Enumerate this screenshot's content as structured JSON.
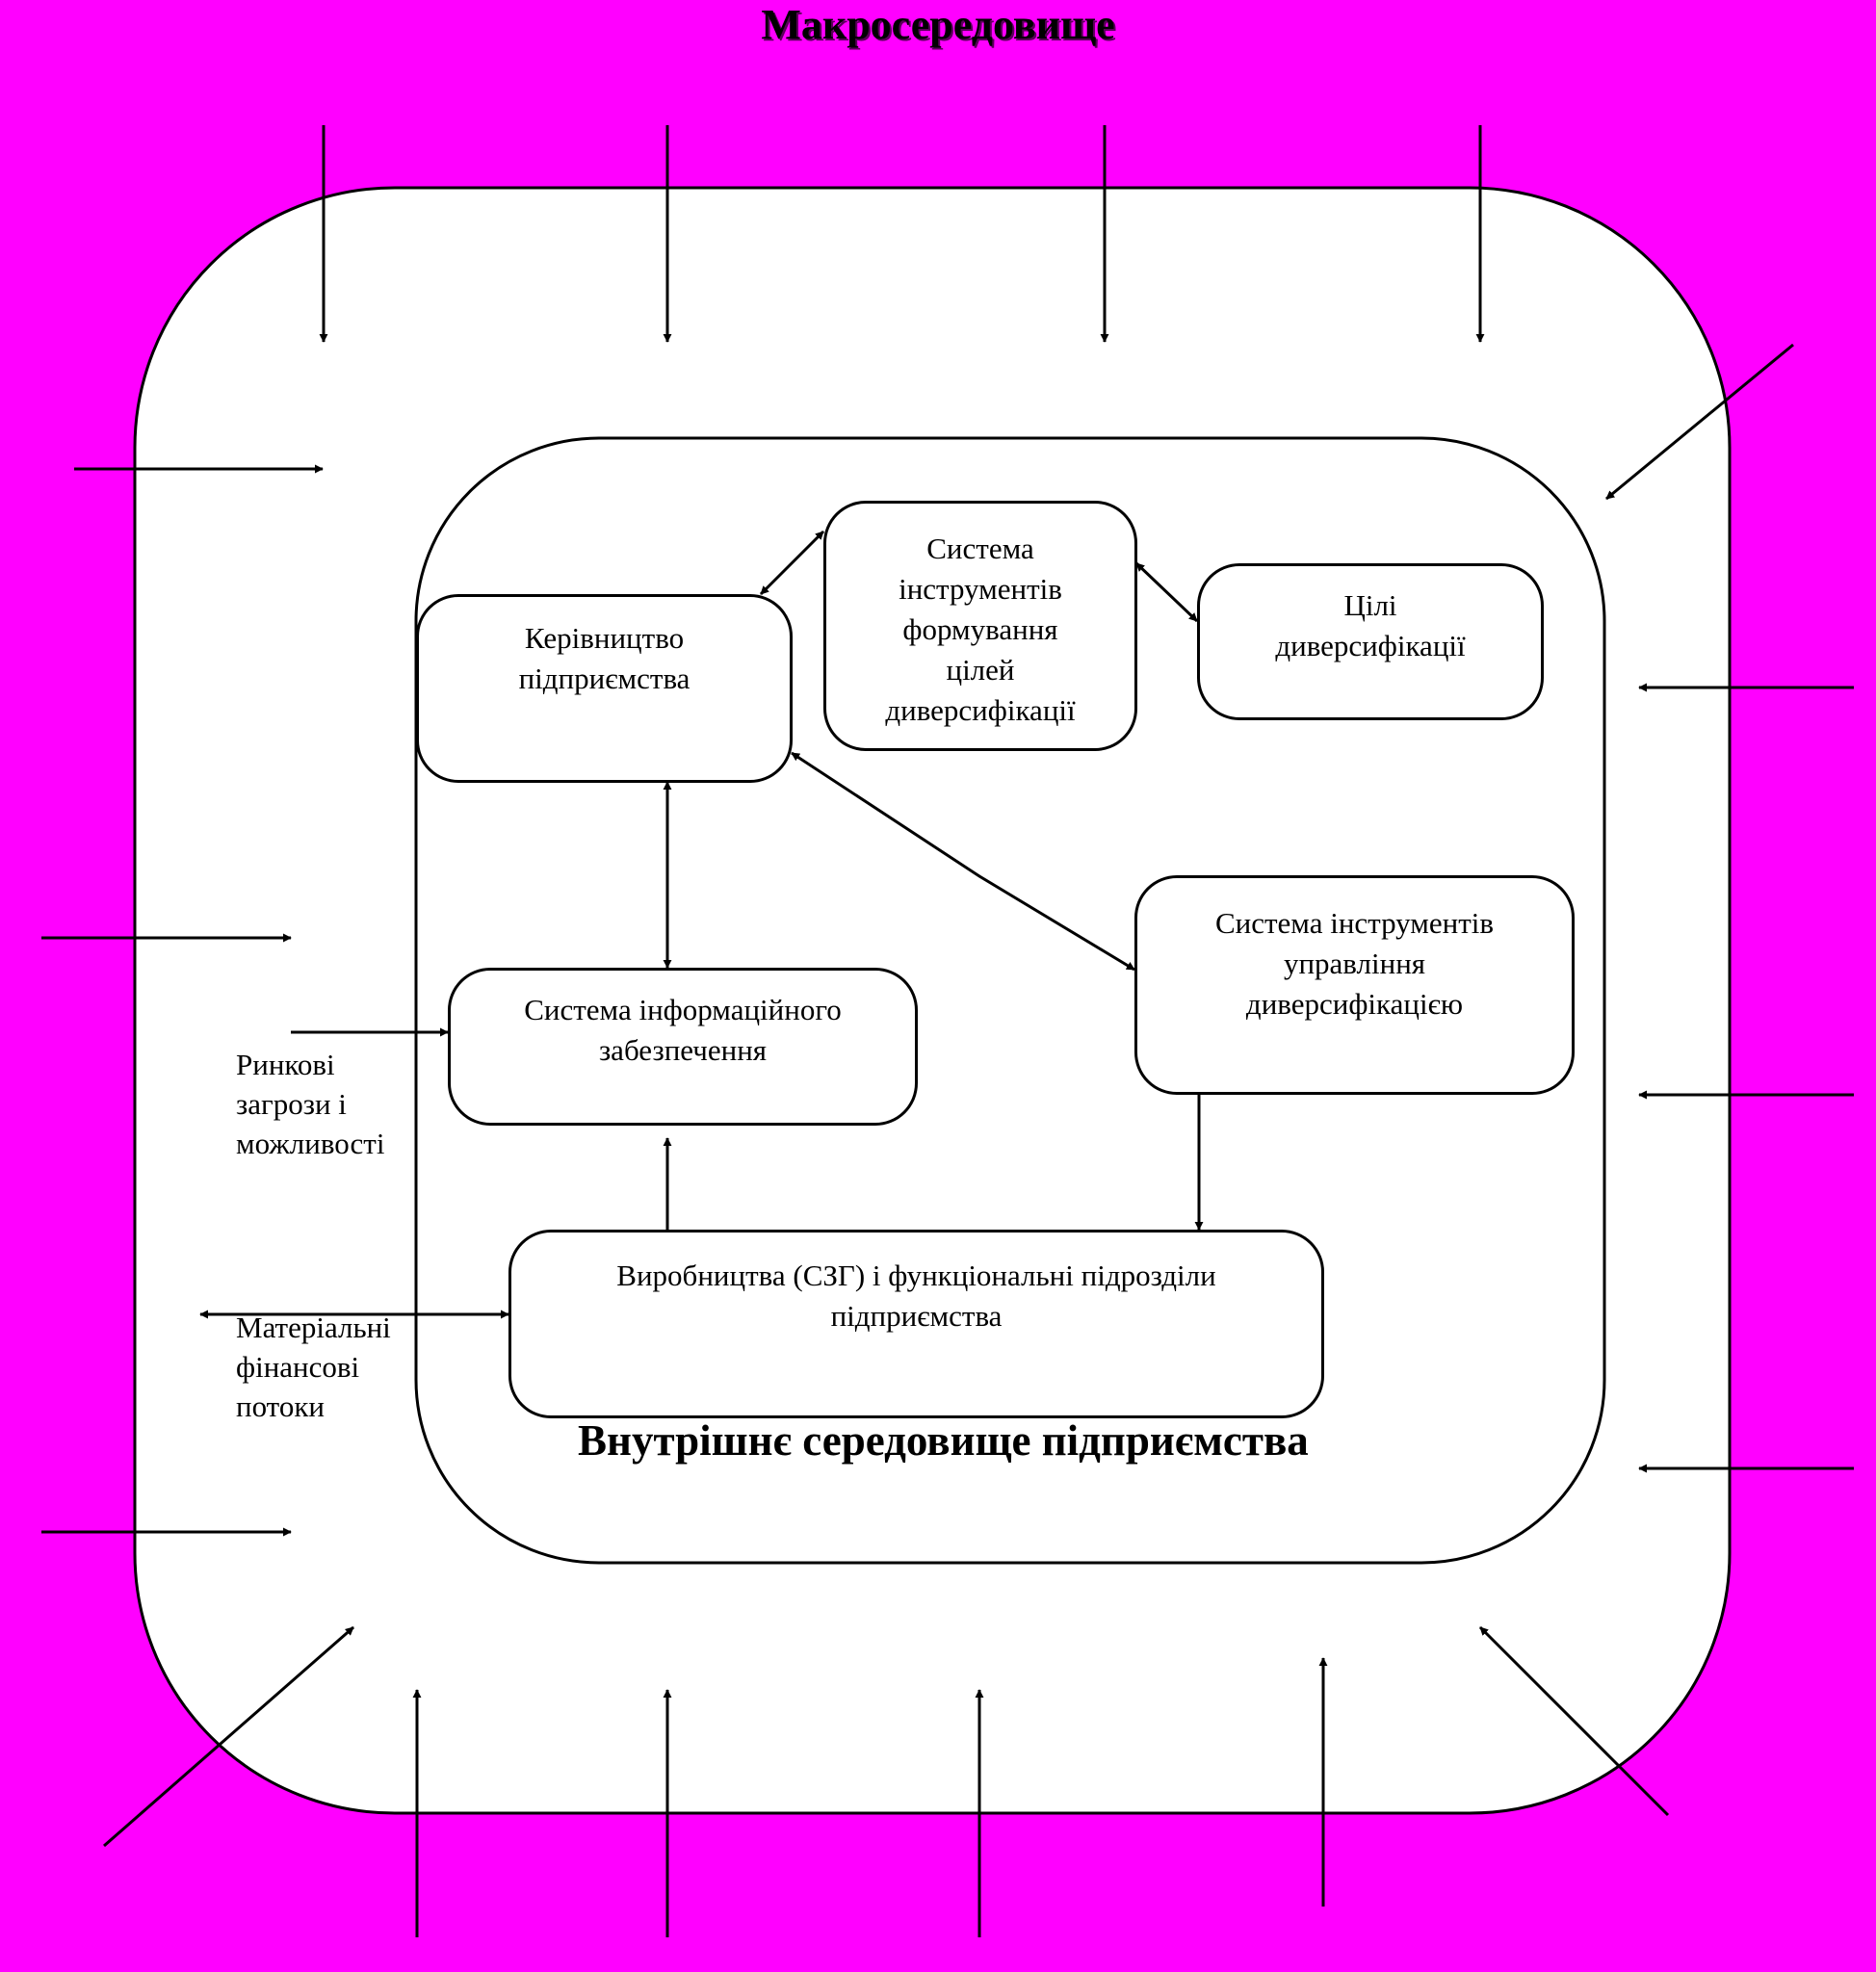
{
  "macro_title": "Макросередовище",
  "inner_title": "Внутрішнє середовище підприємства",
  "boxes": {
    "management": "Керівництво\nпідприємства",
    "goal_tools": "Система\nінструментів\nформування\nцілей\nдиверсифікації",
    "goals": "Цілі\nдиверсифікації",
    "info_system": "Система інформаційного\nзабезпечення",
    "control_tools": "Система інструментів\nуправління\nдиверсифікацією",
    "production": "Виробництва (СЗГ) і функціональні підрозділи\nпідприємства"
  },
  "labels": {
    "market": "Ринкові\nзагрози і\nможливості",
    "flows": "Матеріальні\nфінансові\nпотоки"
  },
  "colors": {
    "background": "#ff00ff",
    "fill": "#ffffff",
    "stroke": "#000000"
  }
}
